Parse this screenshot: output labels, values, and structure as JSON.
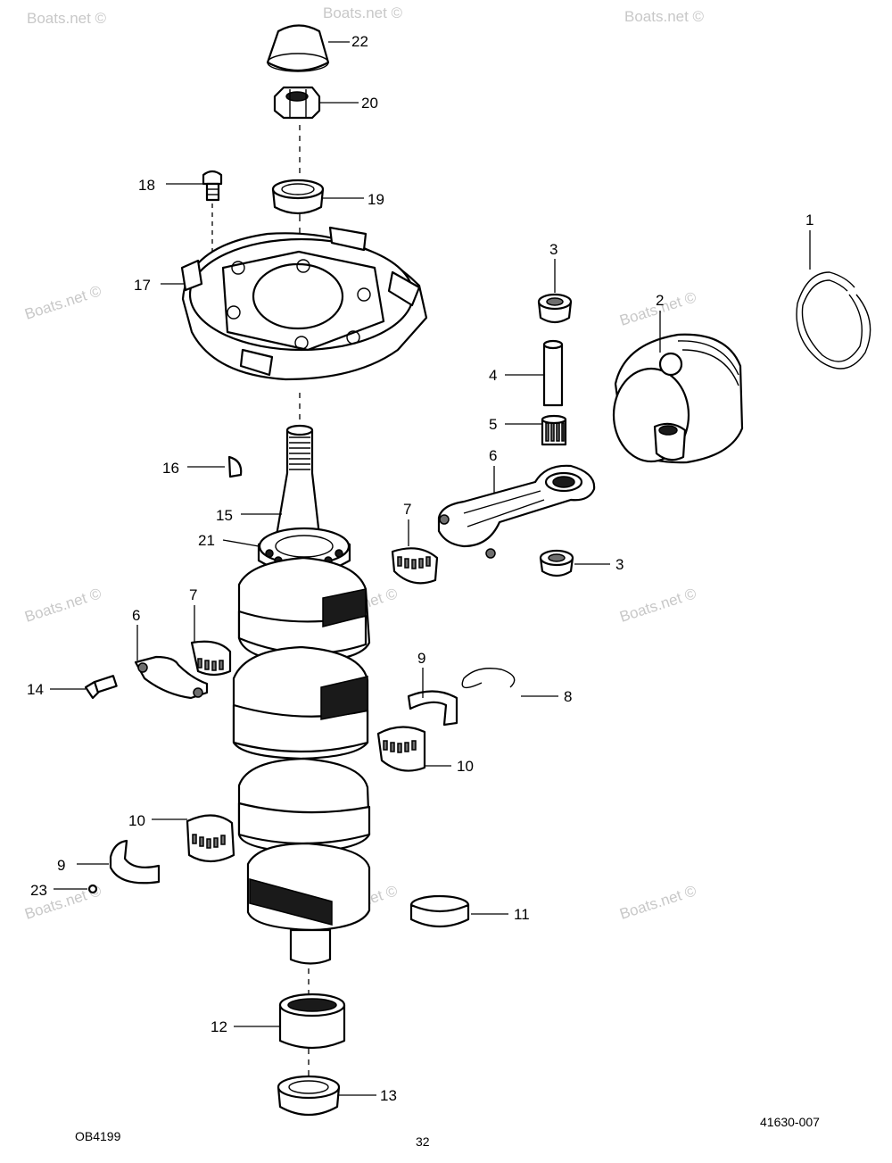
{
  "parts": [
    {
      "id": "cap-22",
      "label": "22"
    },
    {
      "id": "nut-20",
      "label": "20"
    },
    {
      "id": "seal-19",
      "label": "19"
    },
    {
      "id": "screw-18",
      "label": "18"
    },
    {
      "id": "retainer-plate-17",
      "label": "17"
    },
    {
      "id": "key-16",
      "label": "16"
    },
    {
      "id": "crankshaft-15",
      "label": "15"
    },
    {
      "id": "bearing-21",
      "label": "21"
    },
    {
      "id": "screw-14",
      "label": "14"
    },
    {
      "id": "rod-cap-6",
      "label": "6"
    },
    {
      "id": "bearing-7-left",
      "label": "7"
    },
    {
      "id": "bearing-10-left",
      "label": "10"
    },
    {
      "id": "bearing-half-9-left",
      "label": "9"
    },
    {
      "id": "ball-23",
      "label": "23"
    },
    {
      "id": "bearing-12",
      "label": "12"
    },
    {
      "id": "seal-13",
      "label": "13"
    },
    {
      "id": "ring-1",
      "label": "1"
    },
    {
      "id": "piston-2",
      "label": "2"
    },
    {
      "id": "washer-3-top",
      "label": "3"
    },
    {
      "id": "pin-4",
      "label": "4"
    },
    {
      "id": "needle-bearing-5",
      "label": "5"
    },
    {
      "id": "connecting-rod-6",
      "label": "6"
    },
    {
      "id": "bearing-7-right",
      "label": "7"
    },
    {
      "id": "washer-3-bottom",
      "label": "3"
    },
    {
      "id": "retaining-ring-8",
      "label": "8"
    },
    {
      "id": "bearing-half-9-right",
      "label": "9"
    },
    {
      "id": "bearing-10-right",
      "label": "10"
    },
    {
      "id": "ring-11",
      "label": "11"
    }
  ],
  "watermark": "Boats.net ©",
  "footer": {
    "left_code": "OB4199",
    "page_number": "32",
    "right_code": "41630-007"
  }
}
